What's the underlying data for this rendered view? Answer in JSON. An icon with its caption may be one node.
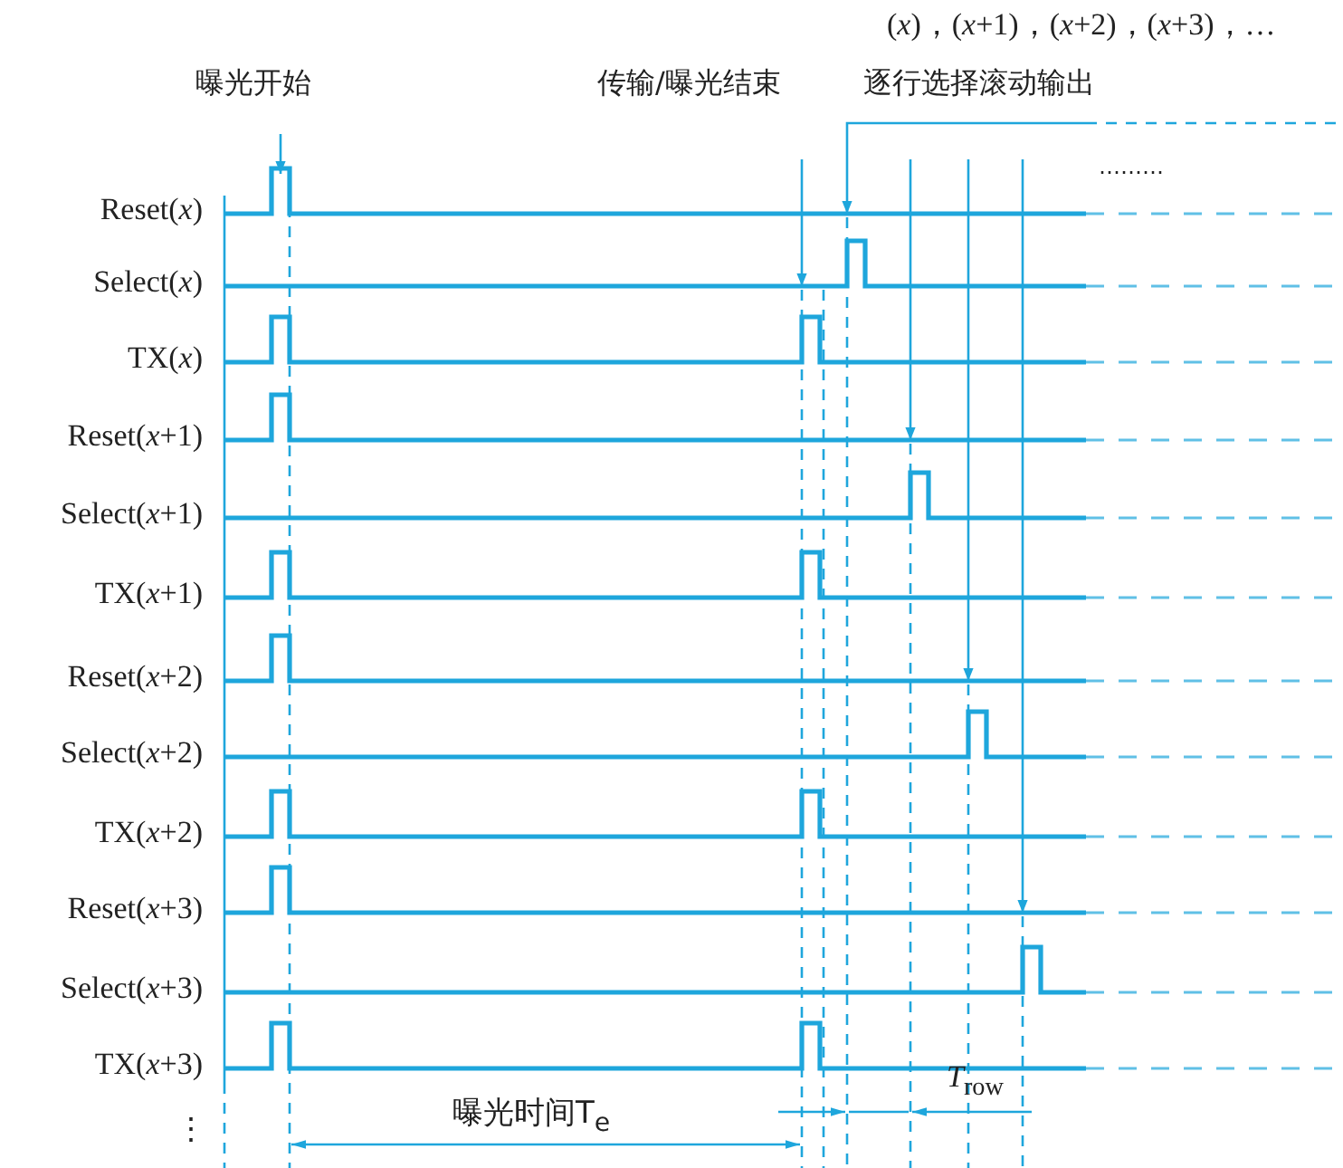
{
  "diagram": {
    "labels": [
      "(*x*)，(*x*+1)，(*x*+2)，(*x*+3)，…",
      "曝光开始",
      "传输/曝光结束",
      "逐行选择滚动输出",
      "………",
      "Reset(*x*)",
      "Select(*x*)",
      "TX(*x*)",
      "Reset(*x*+1)",
      "Select(*x*+1)",
      "TX(*x*+1)",
      "Reset(*x*+2)",
      "Select(*x*+2)",
      "TX(*x*+2)",
      "Reset(*x*+3)",
      "Select(*x*+3)",
      "TX(*x*+3)",
      "⋮",
      "曝光时间T$_{e}$",
      "*T*$_{row}$"
    ]
  }
}
